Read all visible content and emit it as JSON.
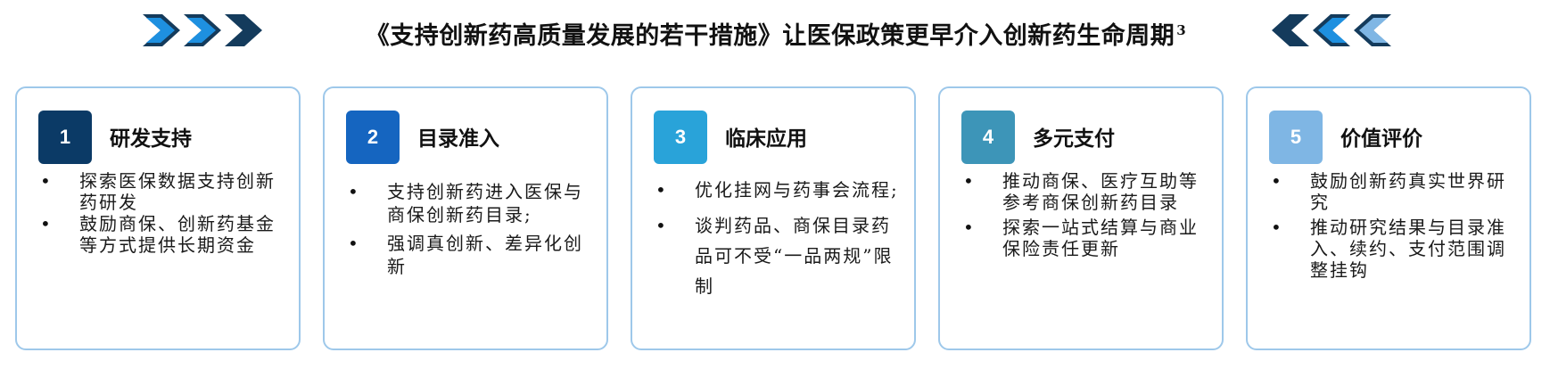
{
  "header": {
    "title": "《支持创新药高质量发展的若干措施》让医保政策更早介入创新药生命周期",
    "superscript": "3"
  },
  "colors": {
    "step1": "#0b3a66",
    "step2": "#1565c0",
    "step3": "#29a3d9",
    "step4": "#3d95b8",
    "step5": "#7fb6e4",
    "card_border": "#9ec8ea",
    "chevron_dark": "#143b5c",
    "chevron_bright": "#1e90e0"
  },
  "steps": [
    {
      "number": "1",
      "title": "研发支持",
      "bullets": [
        "探索医保数据支持创新药研发",
        "鼓励商保、创新药基金等方式提供长期资金"
      ]
    },
    {
      "number": "2",
      "title": "目录准入",
      "bullets": [
        "支持创新药进入医保与商保创新药目录;",
        "强调真创新、差异化创新"
      ]
    },
    {
      "number": "3",
      "title": "临床应用",
      "bullets": [
        "优化挂网与药事会流程;",
        "谈判药品、商保目录药品可不受“一品两规”限制"
      ]
    },
    {
      "number": "4",
      "title": "多元支付",
      "bullets": [
        "推动商保、医疗互助等参考商保创新药目录",
        "探索一站式结算与商业保险责任更新"
      ]
    },
    {
      "number": "5",
      "title": "价值评价",
      "bullets": [
        "鼓励创新药真实世界研究",
        "推动研究结果与目录准入、续约、支付范围调整挂钩"
      ]
    }
  ]
}
